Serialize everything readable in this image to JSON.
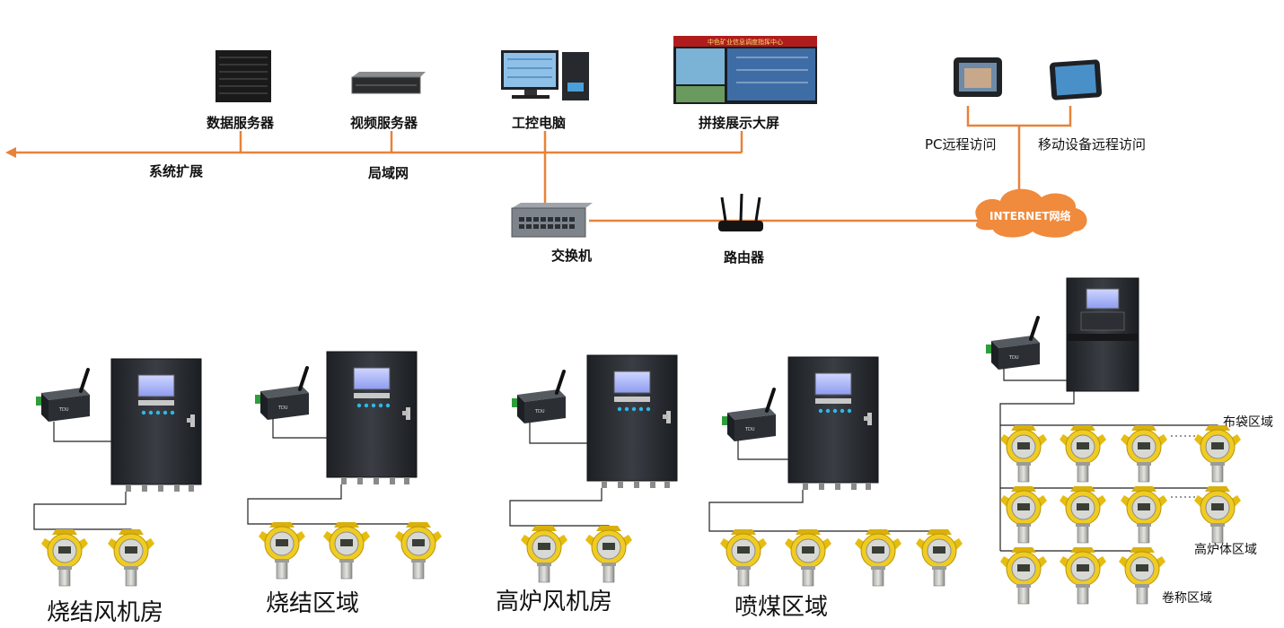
{
  "network": {
    "data_server": "数据服务器",
    "video_server": "视频服务器",
    "ipc": "工控电脑",
    "video_wall": "拼接展示大屏",
    "video_wall_banner": "中色矿业信息调度指挥中心",
    "system_expansion": "系统扩展",
    "lan": "局域网",
    "switch": "交换机",
    "router": "路由器",
    "internet": "INTERNET网络",
    "pc_remote": "PC远程访问",
    "mobile_remote": "移动设备远程访问"
  },
  "areas": {
    "area1": "烧结风机房",
    "area2": "烧结区域",
    "area3": "高炉风机房",
    "area4": "喷煤区域",
    "zone_a": "布袋区域",
    "zone_b": "高炉体区域",
    "zone_c": "卷称区域"
  },
  "colors": {
    "line": "#e8823a",
    "cloud": "#f08a3c",
    "controller": "#2a2d31",
    "detector": "#e8c21a"
  }
}
